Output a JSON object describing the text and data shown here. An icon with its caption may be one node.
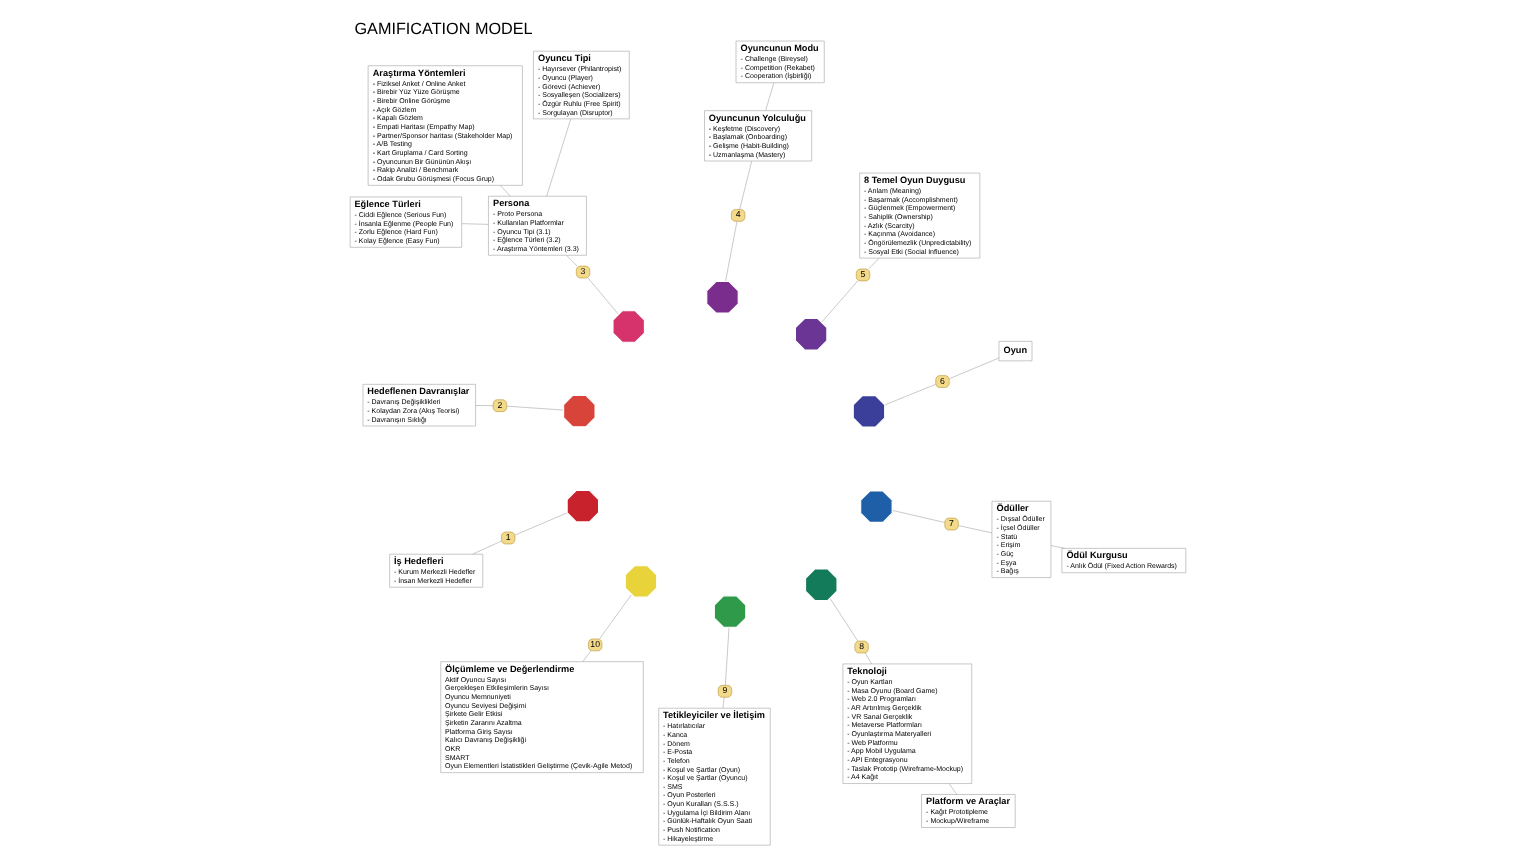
{
  "diagram": {
    "title": "GAMIFICATION MODEL",
    "nodes": [
      {
        "text": [],
        "shape": "octagon"
      },
      {
        "text": [],
        "shape": "octagon"
      },
      {
        "text": [],
        "shape": "octagon"
      },
      {
        "text": [],
        "shape": "octagon"
      },
      {
        "text": [],
        "shape": "octagon"
      },
      {
        "text": [],
        "shape": "octagon"
      },
      {
        "text": [],
        "shape": "octagon"
      },
      {
        "text": [],
        "shape": "octagon"
      },
      {
        "text": [],
        "shape": "octagon"
      },
      {
        "text": [],
        "shape": "octagon"
      },
      {
        "text": [
          "1"
        ]
      },
      {
        "text": [
          "2"
        ]
      },
      {
        "text": [
          "3"
        ]
      },
      {
        "text": [
          "4"
        ]
      },
      {
        "text": [
          "5"
        ]
      },
      {
        "text": [
          "6"
        ]
      },
      {
        "text": [
          "7"
        ]
      },
      {
        "text": [
          "8"
        ]
      },
      {
        "text": [
          "9"
        ]
      },
      {
        "text": [
          "10"
        ]
      },
      {
        "text": [
          "İş Hedefleri",
          "- Kurum Merkezli Hedefler",
          "- İnsan Merkezli Hedefler"
        ]
      },
      {
        "text": [
          "Hedeflenen Davranışlar",
          "- Davranış Değişiklikleri",
          "- Kolaydan Zora (Akış Teorisi)",
          "- Davranışın Sıklığı"
        ]
      },
      {
        "text": [
          "Persona",
          "- Proto Persona",
          "- Kullanılan Platformlar",
          "- Oyuncu Tipi (3.1)",
          "- Eğlence Türleri (3.2)",
          "- Araştırma Yöntemleri (3.3)"
        ]
      },
      {
        "text": [
          "Oyuncunun Yolculuğu",
          "- Keşfetme (Discovery)",
          "- Başlamak (Onboarding)",
          "- Gelişme (Habit-Building)",
          "- Uzmanlaşma (Mastery)"
        ]
      },
      {
        "text": [
          "8 Temel Oyun Duygusu",
          "- Anlam (Meaning)",
          "- Başarmak (Accomplishment)",
          "- Güçlenmek (Empowerment)",
          "- Sahiplik (Ownership)",
          "- Azlık (Scarcity)",
          "- Kaçınma (Avoidance)",
          "- Öngörülemezlik (Unpredictability)",
          "- Sosyal Etki (Social Influence)"
        ]
      },
      {
        "text": [
          "Oyun"
        ]
      },
      {
        "text": [
          "Ödüller",
          "- Dışsal Ödüller",
          "- İçsel Ödüller",
          "- Statü",
          "- Erişim",
          "- Güç",
          "- Eşya",
          "- Bağış"
        ]
      },
      {
        "text": [
          "Teknoloji",
          "- Oyun Kartları",
          "- Masa Oyunu (Board Game)",
          "- Web 2.0 Programları",
          "- AR Artırılmış Gerçeklik",
          "- VR Sanal Gerçeklik",
          "- Metaverse Platformları",
          "- Oyunlaştırma Materyalleri",
          "- Web Platformu",
          "- App Mobil Uygulama",
          "- API Entegrasyonu",
          "- Taslak Prototip (Wireframe-Mockup)",
          "- A4 Kağıt"
        ]
      },
      {
        "text": [
          "Tetikleyiciler ve İletişim",
          "- Hatırlatıcılar",
          "- Kanca",
          "- Dönem",
          "- E-Posta",
          "- Telefon",
          "- Koşul ve Şartlar (Oyun)",
          "- Koşul ve Şartlar (Oyuncu)",
          "- SMS",
          "- Oyun Posterleri",
          "- Oyun Kuralları (S.S.S.)",
          "- Uygulama İçi Bildirim Alanı",
          "- Günlük-Haftalık Oyun Saati",
          "- Push Notification",
          "- Hikayeleştirme"
        ]
      },
      {
        "text": [
          "Ölçümleme ve Değerlendirme",
          "Aktif Oyuncu Sayısı",
          "Gerçekleşen Etkileşimlerin Sayısı",
          "Oyuncu Memnuniyeti",
          "Oyuncu Seviyesi Değişimi",
          "Şirkete Gelir Etkisi",
          "Şirketin Zararını Azaltma",
          "Platforma Giriş Sayısı",
          "Kalıcı Davranış Değişikliği",
          "OKR",
          "SMART",
          "Oyun Elementleri İstatistikleri Geliştirme (Çevik-Agile Metod)"
        ]
      },
      {
        "text": [
          "Oyuncu Tipi",
          "- Hayırsever (Philantropist)",
          "- Oyuncu (Player)",
          "- Görevci (Achiever)",
          "- Sosyalleşen (Socializers)",
          "- Özgür Ruhlu (Free Spirit)",
          "- Sorgulayan (Disruptor)"
        ]
      },
      {
        "text": [
          "Eğlence Türleri",
          "- Ciddi Eğlence (Serious Fun)",
          "- İnsanla Eğlenme (People Fun)",
          "- Zorlu Eğlence (Hard Fun)",
          "- Kolay Eğlence (Easy Fun)"
        ]
      },
      {
        "text": [
          "Araştırma Yöntemleri",
          "- Fiziksel Anket / Online Anket",
          "- Birebir Yüz Yüze Görüşme",
          "- Birebir Online Görüşme",
          "- Açık Gözlem",
          "- Kapalı Gözlem",
          "- Empati Haritası (Empathy Map)",
          "- Partner/Sponsor haritası (Stakeholder Map)",
          "- A/B Testing",
          "- Kart Gruplama / Card Sorting",
          "- Oyuncunun Bir Gününün Akışı",
          "- Rakip Analizi / Benchmark",
          "- Odak Grubu Görüşmesi (Focus Grup)"
        ]
      },
      {
        "text": [
          "Oyuncunun Modu",
          "- Challenge (Bireysel)",
          "- Competition (Rekabet)",
          "- Cooperation (İşbirliği)"
        ]
      },
      {
        "text": [
          "Platform ve Araçlar",
          "- Kağıt Prototipleme",
          "- Mockup/Wireframe"
        ]
      },
      {
        "text": [
          "Ödül Kurgusu",
          "- Anlık Ödül (Fixed Action Rewards)"
        ]
      }
    ],
    "edges": [
      {
        "from": 0,
        "to": 10,
        "arrow": "none"
      },
      {
        "from": 1,
        "to": 11,
        "arrow": "none"
      },
      {
        "from": 2,
        "to": 12,
        "arrow": "none"
      },
      {
        "from": 3,
        "to": 13,
        "arrow": "none"
      },
      {
        "from": 4,
        "to": 14,
        "arrow": "none"
      },
      {
        "from": 5,
        "to": 15,
        "arrow": "none"
      },
      {
        "from": 6,
        "to": 16,
        "arrow": "none"
      },
      {
        "from": 7,
        "to": 17,
        "arrow": "none"
      },
      {
        "from": 8,
        "to": 18,
        "arrow": "none"
      },
      {
        "from": 9,
        "to": 19,
        "arrow": "none"
      },
      {
        "from": 10,
        "to": 20,
        "arrow": "none"
      },
      {
        "from": 11,
        "to": 21,
        "arrow": "none"
      },
      {
        "from": 12,
        "to": 22,
        "arrow": "none"
      },
      {
        "from": 13,
        "to": 23,
        "arrow": "none"
      },
      {
        "from": 14,
        "to": 24,
        "arrow": "none"
      },
      {
        "from": 15,
        "to": 25,
        "arrow": "none"
      },
      {
        "from": 16,
        "to": 26,
        "arrow": "none"
      },
      {
        "from": 17,
        "to": 27,
        "arrow": "none"
      },
      {
        "from": 18,
        "to": 28,
        "arrow": "none"
      },
      {
        "from": 19,
        "to": 29,
        "arrow": "none"
      },
      {
        "from": 22,
        "to": 30,
        "arrow": "none"
      },
      {
        "from": 22,
        "to": 31,
        "arrow": "none"
      },
      {
        "from": 22,
        "to": 32,
        "arrow": "none"
      },
      {
        "from": 23,
        "to": 33,
        "arrow": "none"
      },
      {
        "from": 27,
        "to": 34,
        "arrow": "none"
      },
      {
        "from": 26,
        "to": 35,
        "arrow": "none"
      }
    ]
  }
}
